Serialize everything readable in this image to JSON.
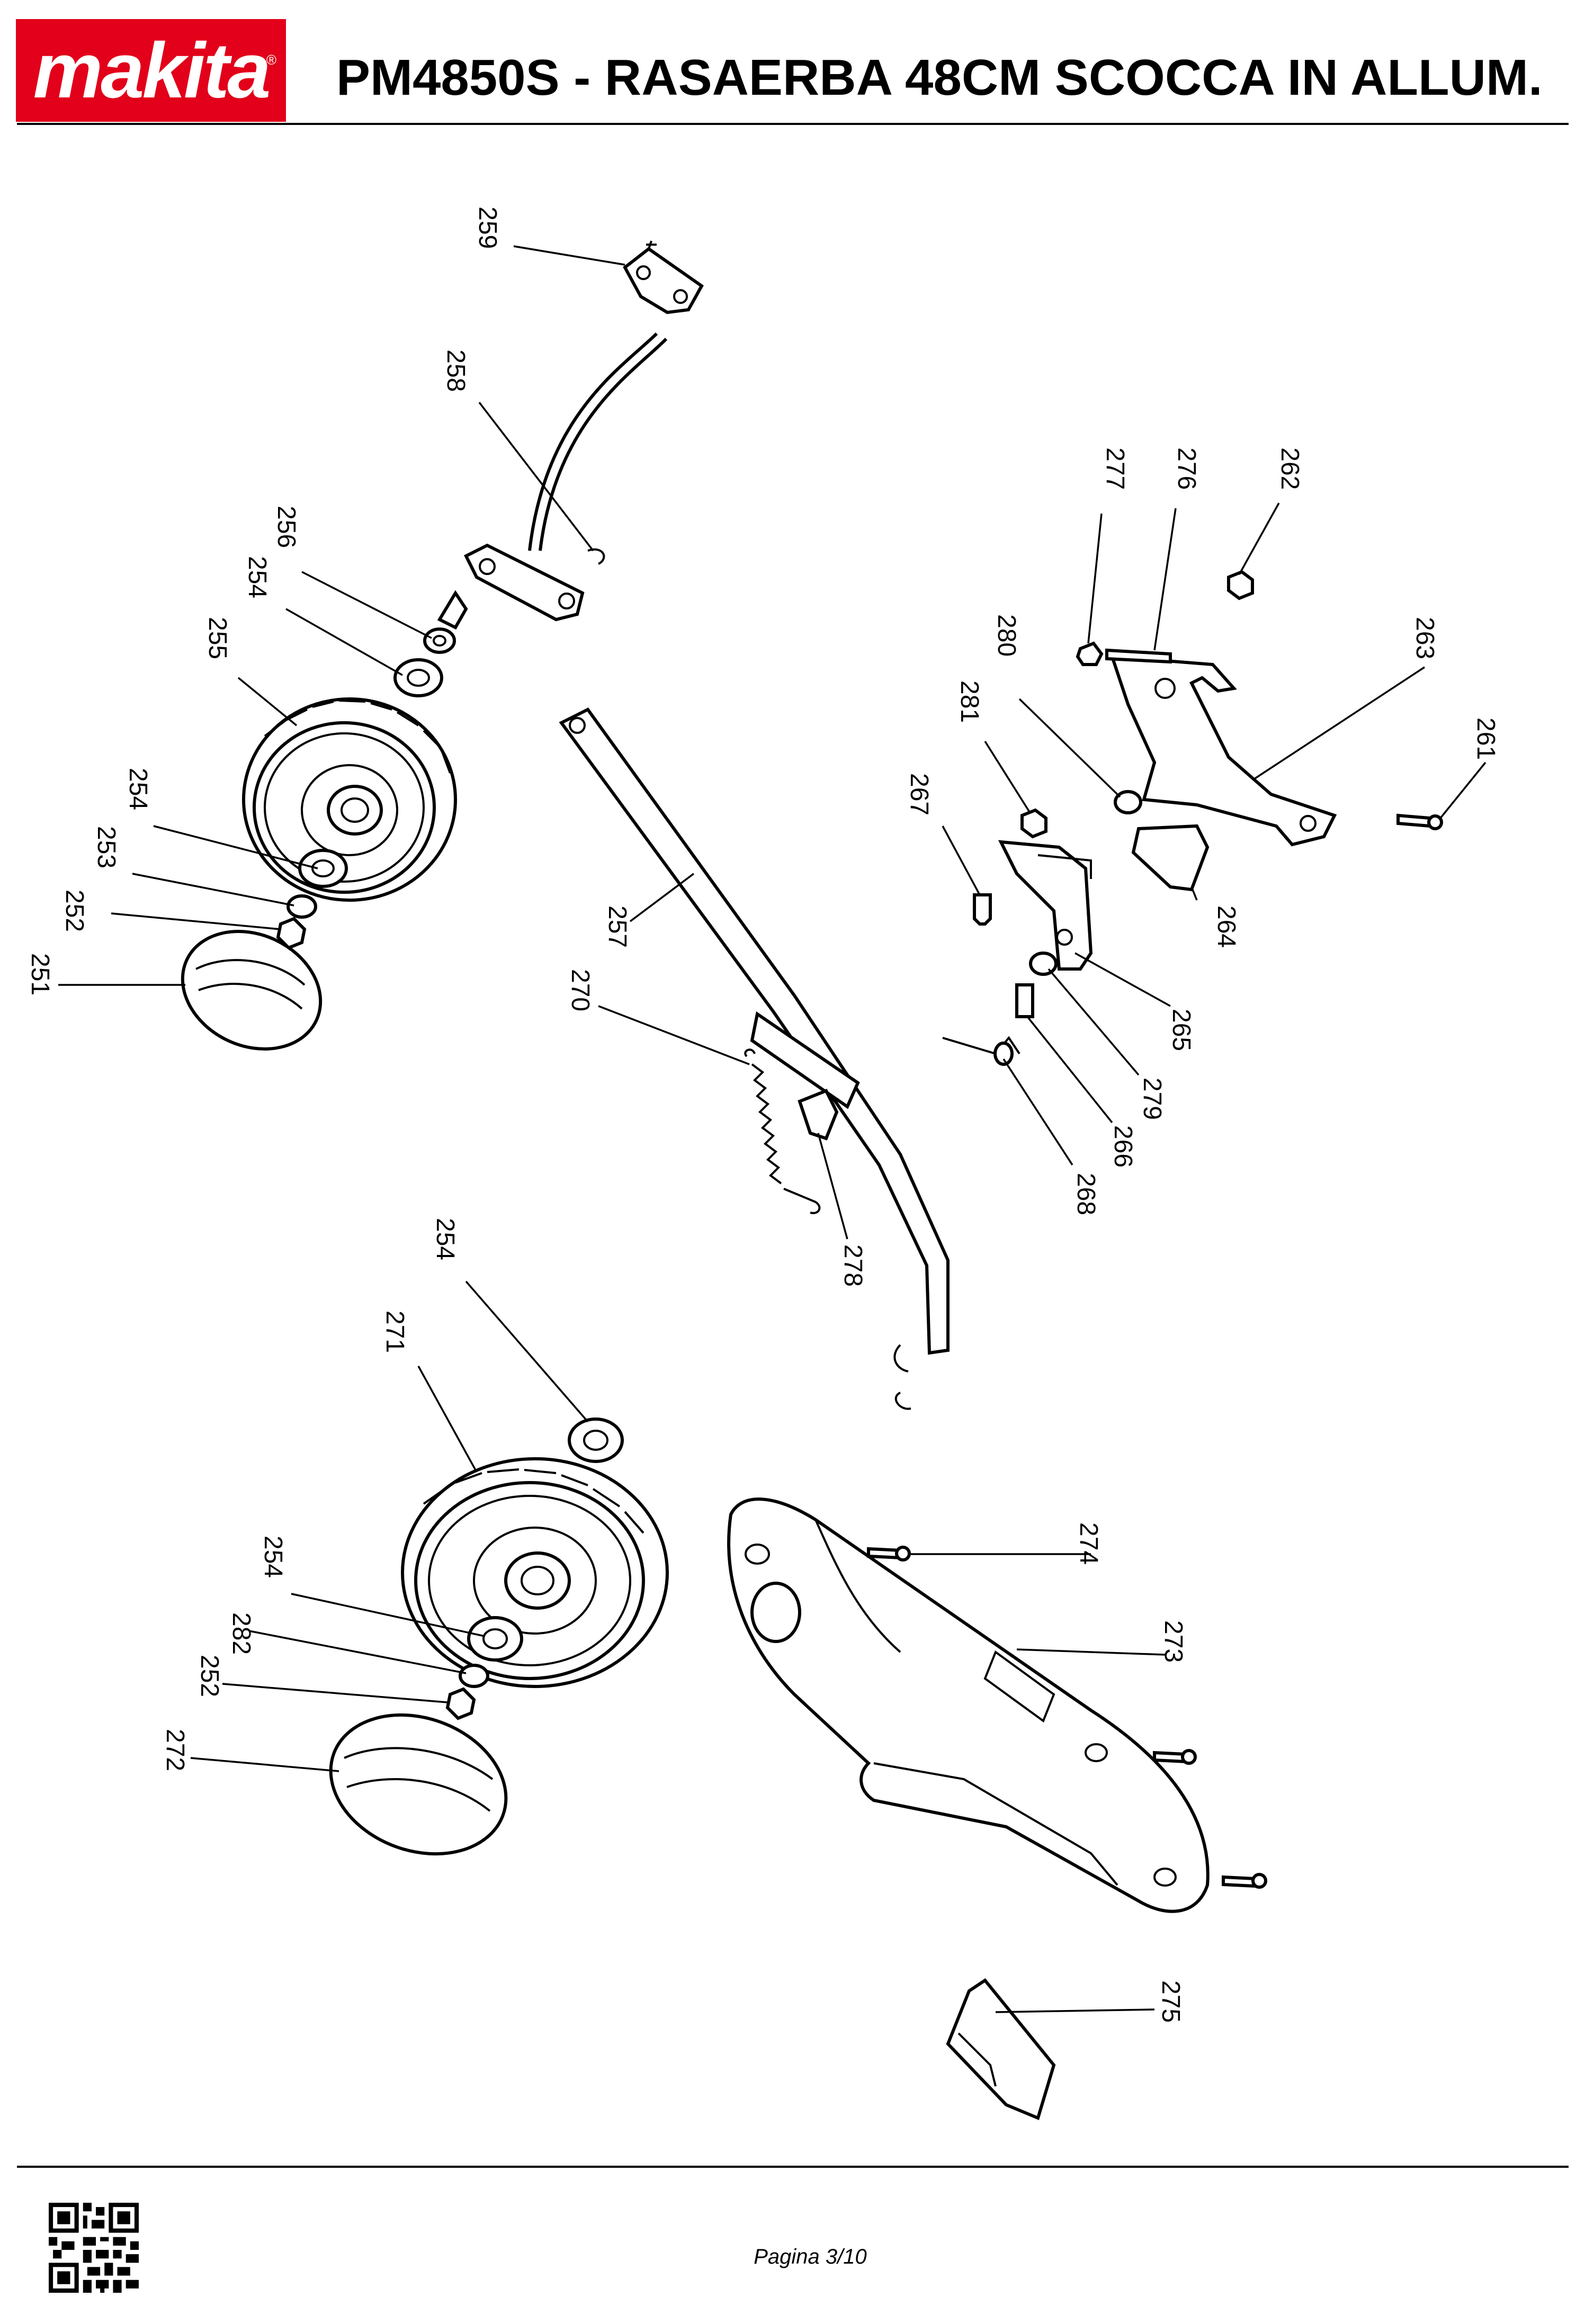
{
  "header": {
    "brand": "makita",
    "title": "PM4850S - RASAERBA 48CM SCOCCA IN ALLUM."
  },
  "footer": {
    "page": "Pagina 3/10"
  },
  "callouts": [
    "259",
    "258",
    "256",
    "254",
    "255",
    "254",
    "253",
    "252",
    "251",
    "257",
    "270",
    "278",
    "277",
    "276",
    "262",
    "263",
    "261",
    "280",
    "281",
    "267",
    "264",
    "265",
    "279",
    "266",
    "268",
    "254",
    "271",
    "254",
    "282",
    "252",
    "272",
    "274",
    "273",
    "275"
  ],
  "colors": {
    "brand_red": "#e2001a"
  }
}
